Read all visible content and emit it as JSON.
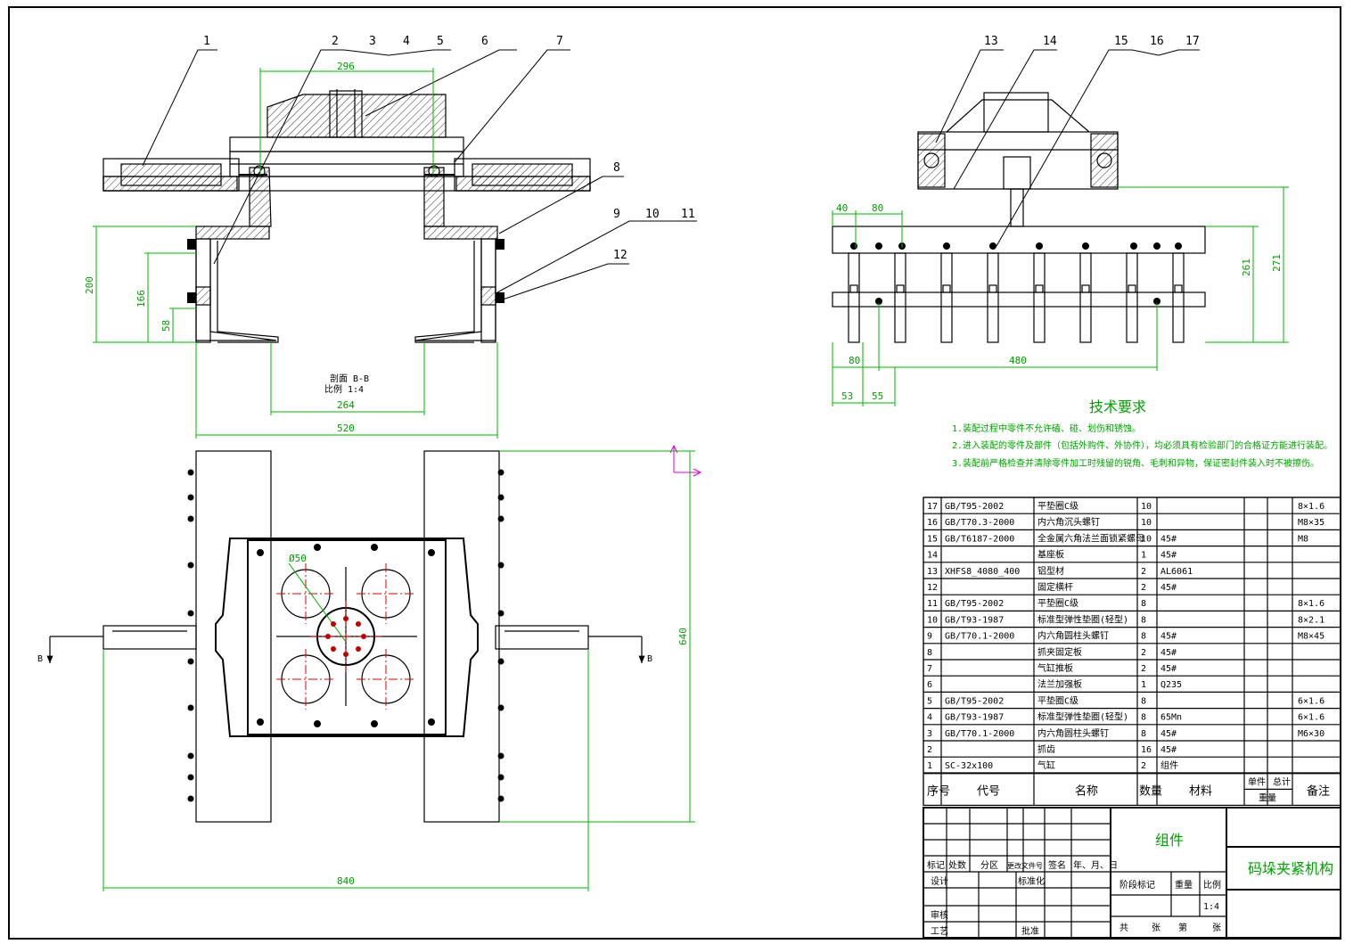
{
  "balloons": [
    "1",
    "2",
    "3",
    "4",
    "5",
    "6",
    "7",
    "8",
    "9",
    "10",
    "11",
    "12",
    "13",
    "14",
    "15",
    "16",
    "17"
  ],
  "section_label": {
    "line1": "剖面 B-B",
    "line2": "比例 1:4"
  },
  "dims": {
    "d296": "296",
    "d200": "200",
    "d166": "166",
    "d58": "58",
    "d264": "264",
    "d520": "520",
    "d40": "40",
    "d80a": "80",
    "d261": "261",
    "d271": "271",
    "d80b": "80",
    "d480": "480",
    "d53": "53",
    "d55": "55",
    "d640": "640",
    "d840": "840",
    "d50": "Ø50"
  },
  "section_marks": {
    "left": "B",
    "right": "B"
  },
  "tech": {
    "title": "技术要求",
    "items": [
      "1.装配过程中零件不允许磕、碰、划伤和锈蚀。",
      "2.进入装配的零件及部件（包括外购件、外协件），均必须具有检验部门的合格证方能进行装配。",
      "3.装配前严格检查并清除零件加工时残留的锐角、毛刺和异物，保证密封件装入时不被擦伤。"
    ]
  },
  "bom": {
    "rows": [
      {
        "no": "17",
        "code": "GB/T95-2002",
        "name": "平垫圈C级",
        "qty": "10",
        "mat": "",
        "note": "8×1.6"
      },
      {
        "no": "16",
        "code": "GB/T70.3-2000",
        "name": "内六角沉头螺钉",
        "qty": "10",
        "mat": "",
        "note": "M8×35"
      },
      {
        "no": "15",
        "code": "GB/T6187-2000",
        "name": "全金属六角法兰面锁紧螺母",
        "qty": "10",
        "mat": "45#",
        "note": "M8"
      },
      {
        "no": "14",
        "code": "",
        "name": "基座板",
        "qty": "1",
        "mat": "45#",
        "note": ""
      },
      {
        "no": "13",
        "code": "XHFS8_4080_400",
        "name": "铝型材",
        "qty": "2",
        "mat": "AL6061",
        "note": ""
      },
      {
        "no": "12",
        "code": "",
        "name": "固定横杆",
        "qty": "2",
        "mat": "45#",
        "note": ""
      },
      {
        "no": "11",
        "code": "GB/T95-2002",
        "name": "平垫圈C级",
        "qty": "8",
        "mat": "",
        "note": "8×1.6"
      },
      {
        "no": "10",
        "code": "GB/T93-1987",
        "name": "标准型弹性垫圈(轻型)",
        "qty": "8",
        "mat": "",
        "note": "8×2.1"
      },
      {
        "no": "9",
        "code": "GB/T70.1-2000",
        "name": "内六角圆柱头螺钉",
        "qty": "8",
        "mat": "45#",
        "note": "M8×45"
      },
      {
        "no": "8",
        "code": "",
        "name": "抓夹固定板",
        "qty": "2",
        "mat": "45#",
        "note": ""
      },
      {
        "no": "7",
        "code": "",
        "name": "气缸推板",
        "qty": "2",
        "mat": "45#",
        "note": ""
      },
      {
        "no": "6",
        "code": "",
        "name": "法兰加强板",
        "qty": "1",
        "mat": "Q235",
        "note": ""
      },
      {
        "no": "5",
        "code": "GB/T95-2002",
        "name": "平垫圈C级",
        "qty": "8",
        "mat": "",
        "note": "6×1.6"
      },
      {
        "no": "4",
        "code": "GB/T93-1987",
        "name": "标准型弹性垫圈(轻型)",
        "qty": "8",
        "mat": "65Mn",
        "note": "6×1.6"
      },
      {
        "no": "3",
        "code": "GB/T70.1-2000",
        "name": "内六角圆柱头螺钉",
        "qty": "8",
        "mat": "45#",
        "note": "M6×30"
      },
      {
        "no": "2",
        "code": "",
        "name": "抓齿",
        "qty": "16",
        "mat": "45#",
        "note": ""
      },
      {
        "no": "1",
        "code": "SC-32x100",
        "name": "气缸",
        "qty": "2",
        "mat": "组件",
        "note": ""
      }
    ],
    "headers": {
      "no": "序号",
      "code": "代号",
      "name": "名称",
      "qty": "数量",
      "mat": "材料",
      "single": "单件",
      "total": "总计",
      "weight": "重量",
      "note": "备注"
    }
  },
  "title_block": {
    "material": "组件",
    "drawing_name": "码垛夹紧机构",
    "rev_headers": [
      "标记",
      "处数",
      "分区",
      "更改文件号",
      "签名",
      "年、月、日"
    ],
    "design": "设计",
    "standard": "标准化",
    "stage": "阶段标记",
    "weight": "重量",
    "scale": "比例",
    "scale_value": "1:4",
    "check": "审核",
    "process": "工艺",
    "approve": "批准",
    "sheets": [
      "共",
      "张",
      "第",
      "张"
    ]
  }
}
